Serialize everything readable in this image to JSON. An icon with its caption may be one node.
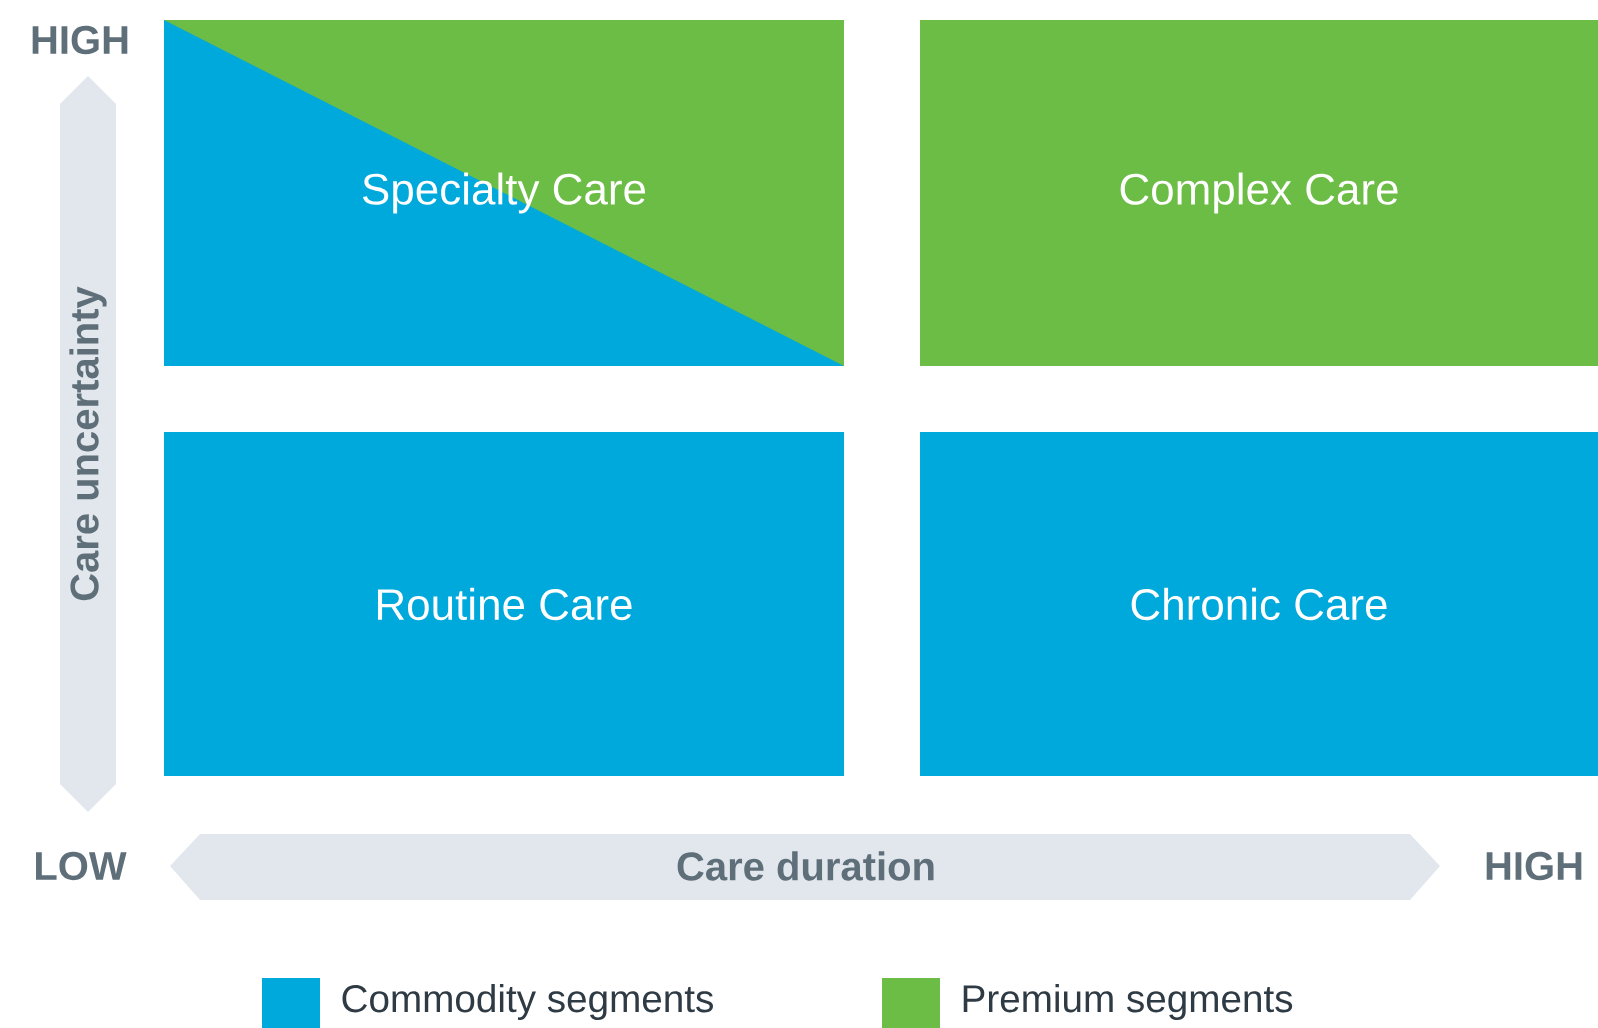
{
  "diagram": {
    "nodes": [
      {
        "text": [
          "Specialty Care"
        ]
      },
      {
        "text": [
          "Complex Care"
        ]
      },
      {
        "text": [
          "Routine Care"
        ]
      },
      {
        "text": [
          "Chronic Care"
        ]
      }
    ],
    "labels": [
      "HIGH",
      "Care uncertainty",
      "LOW",
      "Care duration",
      "HIGH"
    ],
    "legend": [
      {
        "text": "Commodity segments",
        "color": "#00a9dc"
      },
      {
        "text": "Premium segments",
        "color": "#6cbd45"
      }
    ]
  }
}
